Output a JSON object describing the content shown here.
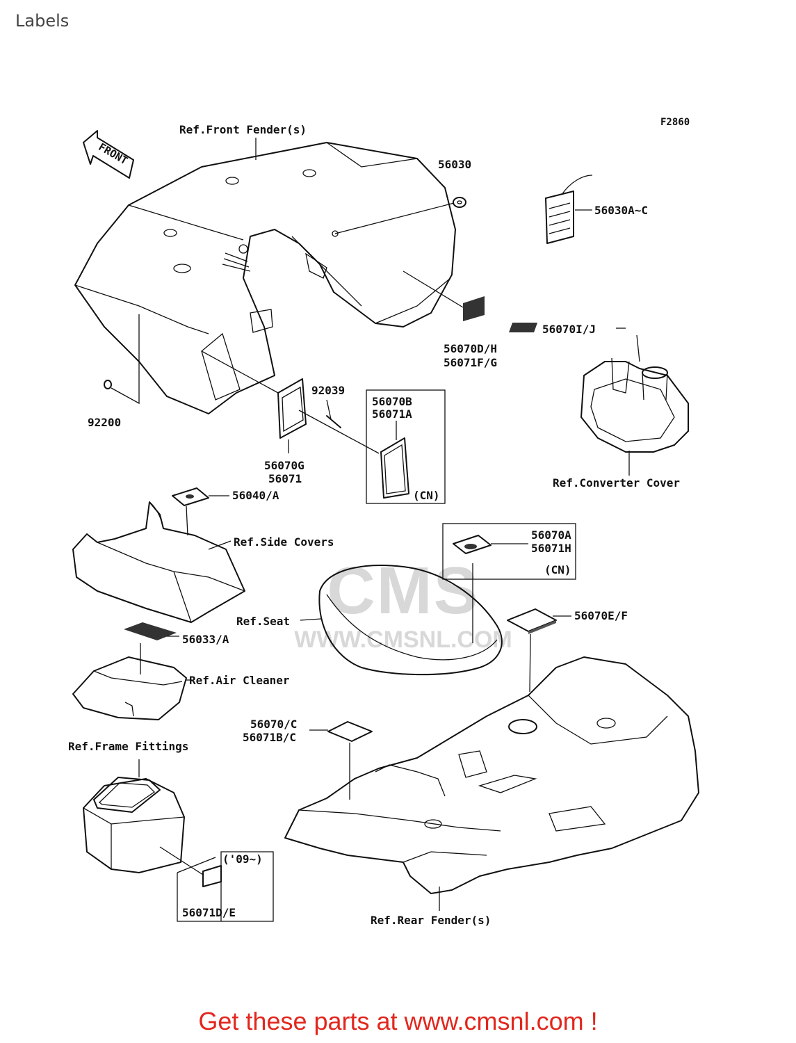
{
  "page": {
    "title": "Labels",
    "code": "F2860"
  },
  "front_arrow": {
    "text": "FRONT"
  },
  "labels": [
    {
      "id": "ref-front-fender",
      "text": "Ref.Front Fender(s)"
    },
    {
      "id": "p56030",
      "text": "56030"
    },
    {
      "id": "p56030a",
      "text": "56030A~C"
    },
    {
      "id": "p56070d",
      "text": "56070D/H"
    },
    {
      "id": "p56071f",
      "text": "56071F/G"
    },
    {
      "id": "p56070i",
      "text": "56070I/J"
    },
    {
      "id": "p92039",
      "text": "92039"
    },
    {
      "id": "p56070b",
      "text": "56070B"
    },
    {
      "id": "p56071a",
      "text": "56071A"
    },
    {
      "id": "cn1",
      "text": "(CN)"
    },
    {
      "id": "p92200",
      "text": "92200"
    },
    {
      "id": "p56070g",
      "text": "56070G"
    },
    {
      "id": "p56071",
      "text": "56071"
    },
    {
      "id": "ref-converter-cover",
      "text": "Ref.Converter Cover"
    },
    {
      "id": "p56040",
      "text": "56040/A"
    },
    {
      "id": "ref-side-covers",
      "text": "Ref.Side Covers"
    },
    {
      "id": "p56070a",
      "text": "56070A"
    },
    {
      "id": "p56071h",
      "text": "56071H"
    },
    {
      "id": "cn2",
      "text": "(CN)"
    },
    {
      "id": "ref-seat",
      "text": "Ref.Seat"
    },
    {
      "id": "p56070e",
      "text": "56070E/F"
    },
    {
      "id": "p56033",
      "text": "56033/A"
    },
    {
      "id": "ref-air-cleaner",
      "text": "Ref.Air Cleaner"
    },
    {
      "id": "p56070c",
      "text": "56070/C"
    },
    {
      "id": "p56071b",
      "text": "56071B/C"
    },
    {
      "id": "ref-frame-fittings",
      "text": "Ref.Frame Fittings"
    },
    {
      "id": "year09",
      "text": "('09~)"
    },
    {
      "id": "p56071d",
      "text": "56071D/E"
    },
    {
      "id": "ref-rear-fender",
      "text": "Ref.Rear Fender(s)"
    }
  ],
  "watermark": {
    "logo": "CMS",
    "url": "WWW.CMSNL.COM"
  },
  "footer": {
    "text": "Get these parts at www.cmsnl.com !"
  }
}
